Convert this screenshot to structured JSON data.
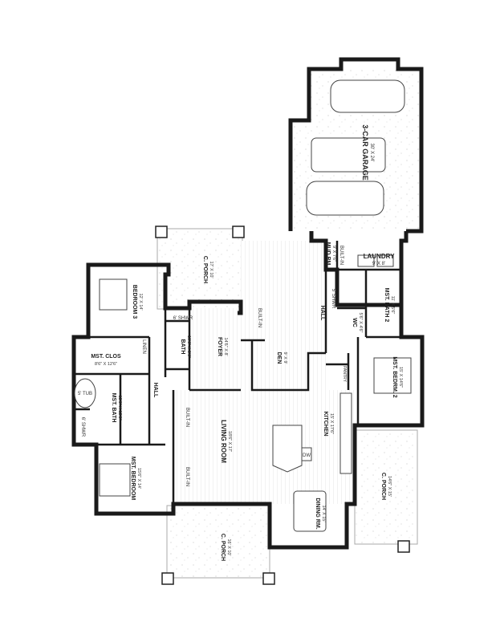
{
  "rooms": {
    "garage": {
      "name": "3-CAR GARAGE",
      "dims": "30' X 24'"
    },
    "laundry": {
      "name": "LAUNDRY",
      "dims": "9' X 8'"
    },
    "mud_rm": {
      "name": "MUD RM",
      "dims": "9' X 7'6\""
    },
    "mst_bath_2": {
      "name": "MST. BATH 2",
      "dims": "11' X 5'6\""
    },
    "wc": {
      "name": "WC",
      "dims": "5'6\" X 4'6\""
    },
    "hall_right": {
      "name": "HALL"
    },
    "mst_bedrm_2": {
      "name": "MST. BEDRM. 2",
      "dims": "15' X 14'6\""
    },
    "pantry": {
      "name": "PANTRY"
    },
    "den": {
      "name": "DEN",
      "dims": "9' X 9'"
    },
    "kitchen": {
      "name": "KITCHEN",
      "dims": "15' X 17'6\""
    },
    "dining_rm": {
      "name": "DINING RM.",
      "dims": "14' X 15'"
    },
    "living_room": {
      "name": "LIVING ROOM",
      "dims": "18'6\" X 17'"
    },
    "foyer": {
      "name": "FOYER",
      "dims": "14'6\" X 8'"
    },
    "bath": {
      "name": "BATH",
      "dims": "10'6\" X 5'6\""
    },
    "bedroom_3": {
      "name": "BEDROOM 3",
      "dims": "12' X 14'"
    },
    "mst_clos": {
      "name": "MST. CLOS",
      "dims": "8'6\" X 12'6\""
    },
    "mst_bath": {
      "name": "MST. BATH",
      "dims": "12'6\" X 12'6\""
    },
    "hall_left": {
      "name": "HALL"
    },
    "mst_bedroom": {
      "name": "MST. BEDROOM",
      "dims": "15'6\" X 14'"
    },
    "c_porch_top": {
      "name": "C. PORCH",
      "dims": "17' X 10'"
    },
    "c_porch_bottom": {
      "name": "C. PORCH",
      "dims": "16' X 10'"
    },
    "c_porch_right": {
      "name": "C. PORCH",
      "dims": "14'6\" X 15'"
    }
  },
  "notes": {
    "built_in": "BUILT-IN",
    "shwr_6": "6' SHWR",
    "shwr_5": "5' SHWR",
    "shwr_6b": "6' SHWR",
    "tub_5": "5' TUB",
    "dw": "DW",
    "linen": "LINEN"
  }
}
